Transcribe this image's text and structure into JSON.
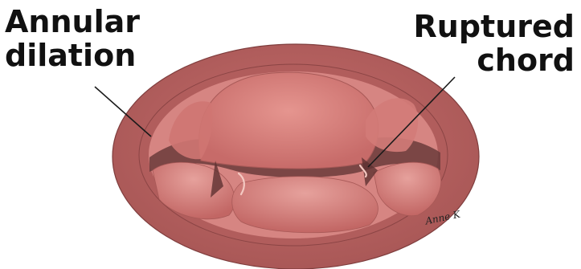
{
  "figure": {
    "labels": {
      "annular_dilation": [
        "Annular",
        "dilation"
      ],
      "ruptured_chord": [
        "Ruptured",
        "chord"
      ]
    },
    "signature": "Anne K",
    "colors": {
      "annulus": "#b7605f",
      "annulus_dark": "#8e4646",
      "tissue": "#cf7573",
      "tissue_light": "#e39a96",
      "shadow": "#6b3b3b",
      "leader_line": "#1a1a1a"
    }
  }
}
